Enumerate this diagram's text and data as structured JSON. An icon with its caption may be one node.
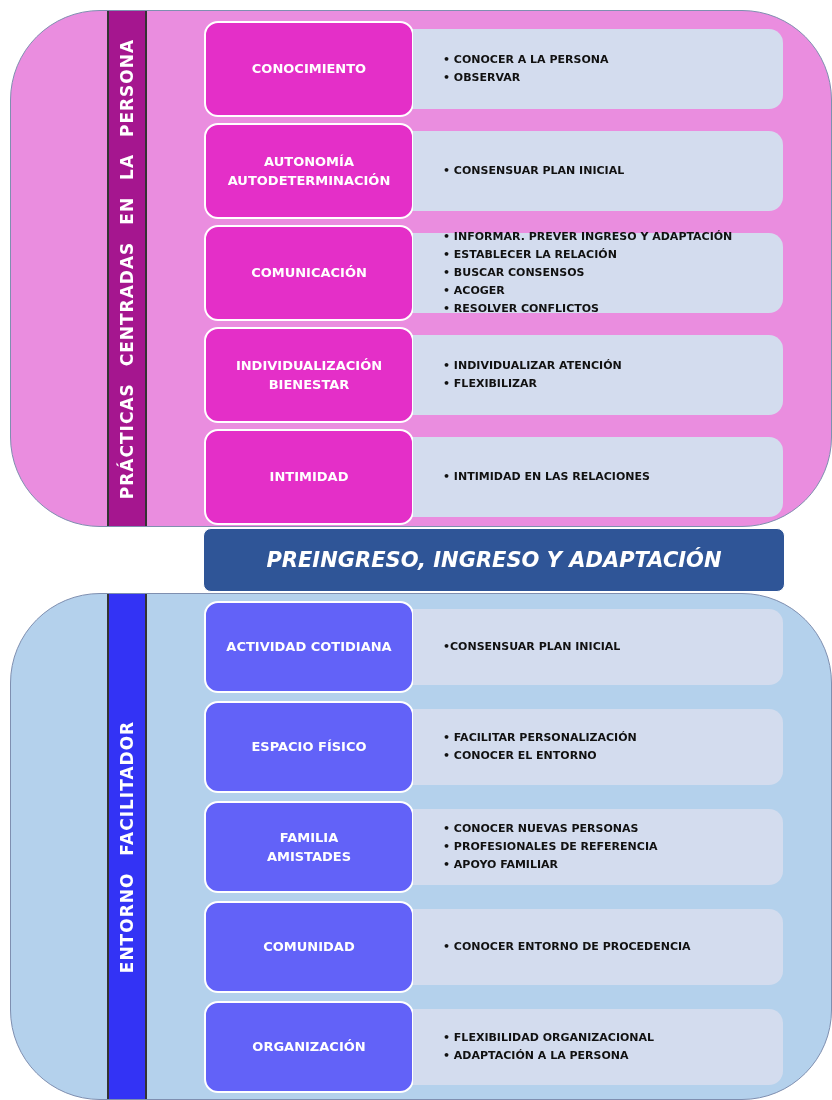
{
  "diagram": {
    "nodes": [
      {
        "text": [
          "PRÁCTICAS CENTRADAS EN LA PERSONA"
        ]
      },
      {
        "text": [
          "CONOCIMIENTO"
        ],
        "in": 0
      },
      {
        "text": [
          "• CONOCER A LA PERSONA",
          "• OBSERVAR"
        ],
        "in": 0
      },
      {
        "text": [
          "AUTONOMÍA AUTODETERMINACIÓN"
        ],
        "in": 0
      },
      {
        "text": [
          "• CONSENSUAR PLAN INICIAL"
        ],
        "in": 0
      },
      {
        "text": [
          "COMUNICACIÓN"
        ],
        "in": 0
      },
      {
        "text": [
          "• INFORMAR. PREVER INGRESO Y ADAPTACIÓN",
          "• ESTABLECER LA RELACIÓN",
          "• BUSCAR CONSENSOS",
          "• ACOGER",
          "• RESOLVER CONFLICTOS"
        ],
        "in": 0
      },
      {
        "text": [
          "INDIVIDUALIZACIÓN BIENESTAR"
        ],
        "in": 0
      },
      {
        "text": [
          "• INDIVIDUALIZAR ATENCIÓN",
          "• FLEXIBILIZAR"
        ],
        "in": 0
      },
      {
        "text": [
          "INTIMIDAD"
        ],
        "in": 0
      },
      {
        "text": [
          "• INTIMIDAD EN LAS RELACIONES"
        ],
        "in": 0
      },
      {
        "text": [
          "PREINGRESO, INGRESO Y ADAPTACIÓN"
        ]
      },
      {
        "text": [
          "ENTORNO FACILITADOR"
        ]
      },
      {
        "text": [
          "ACTIVIDAD COTIDIANA"
        ],
        "in": 12
      },
      {
        "text": [
          "•CONSENSUAR PLAN INICIAL"
        ],
        "in": 12
      },
      {
        "text": [
          "ESPACIO FÍSICO"
        ],
        "in": 12
      },
      {
        "text": [
          "• FACILITAR PERSONALIZACIÓN",
          "• CONOCER EL ENTORNO"
        ],
        "in": 12
      },
      {
        "text": [
          "FAMILIA AMISTADES"
        ],
        "in": 12
      },
      {
        "text": [
          "• CONOCER NUEVAS PERSONAS",
          "• PROFESIONALES DE REFERENCIA",
          "• APOYO FAMILIAR"
        ],
        "in": 12
      },
      {
        "text": [
          "COMUNIDAD"
        ],
        "in": 12
      },
      {
        "text": [
          "• CONOCER ENTORNO DE PROCEDENCIA"
        ],
        "in": 12
      },
      {
        "text": [
          "ORGANIZACIÓN"
        ],
        "in": 12
      },
      {
        "text": [
          "• FLEXIBILIDAD ORGANIZACIONAL",
          "• ADAPTACIÓN A LA PERSONA"
        ],
        "in": 12
      }
    ]
  }
}
